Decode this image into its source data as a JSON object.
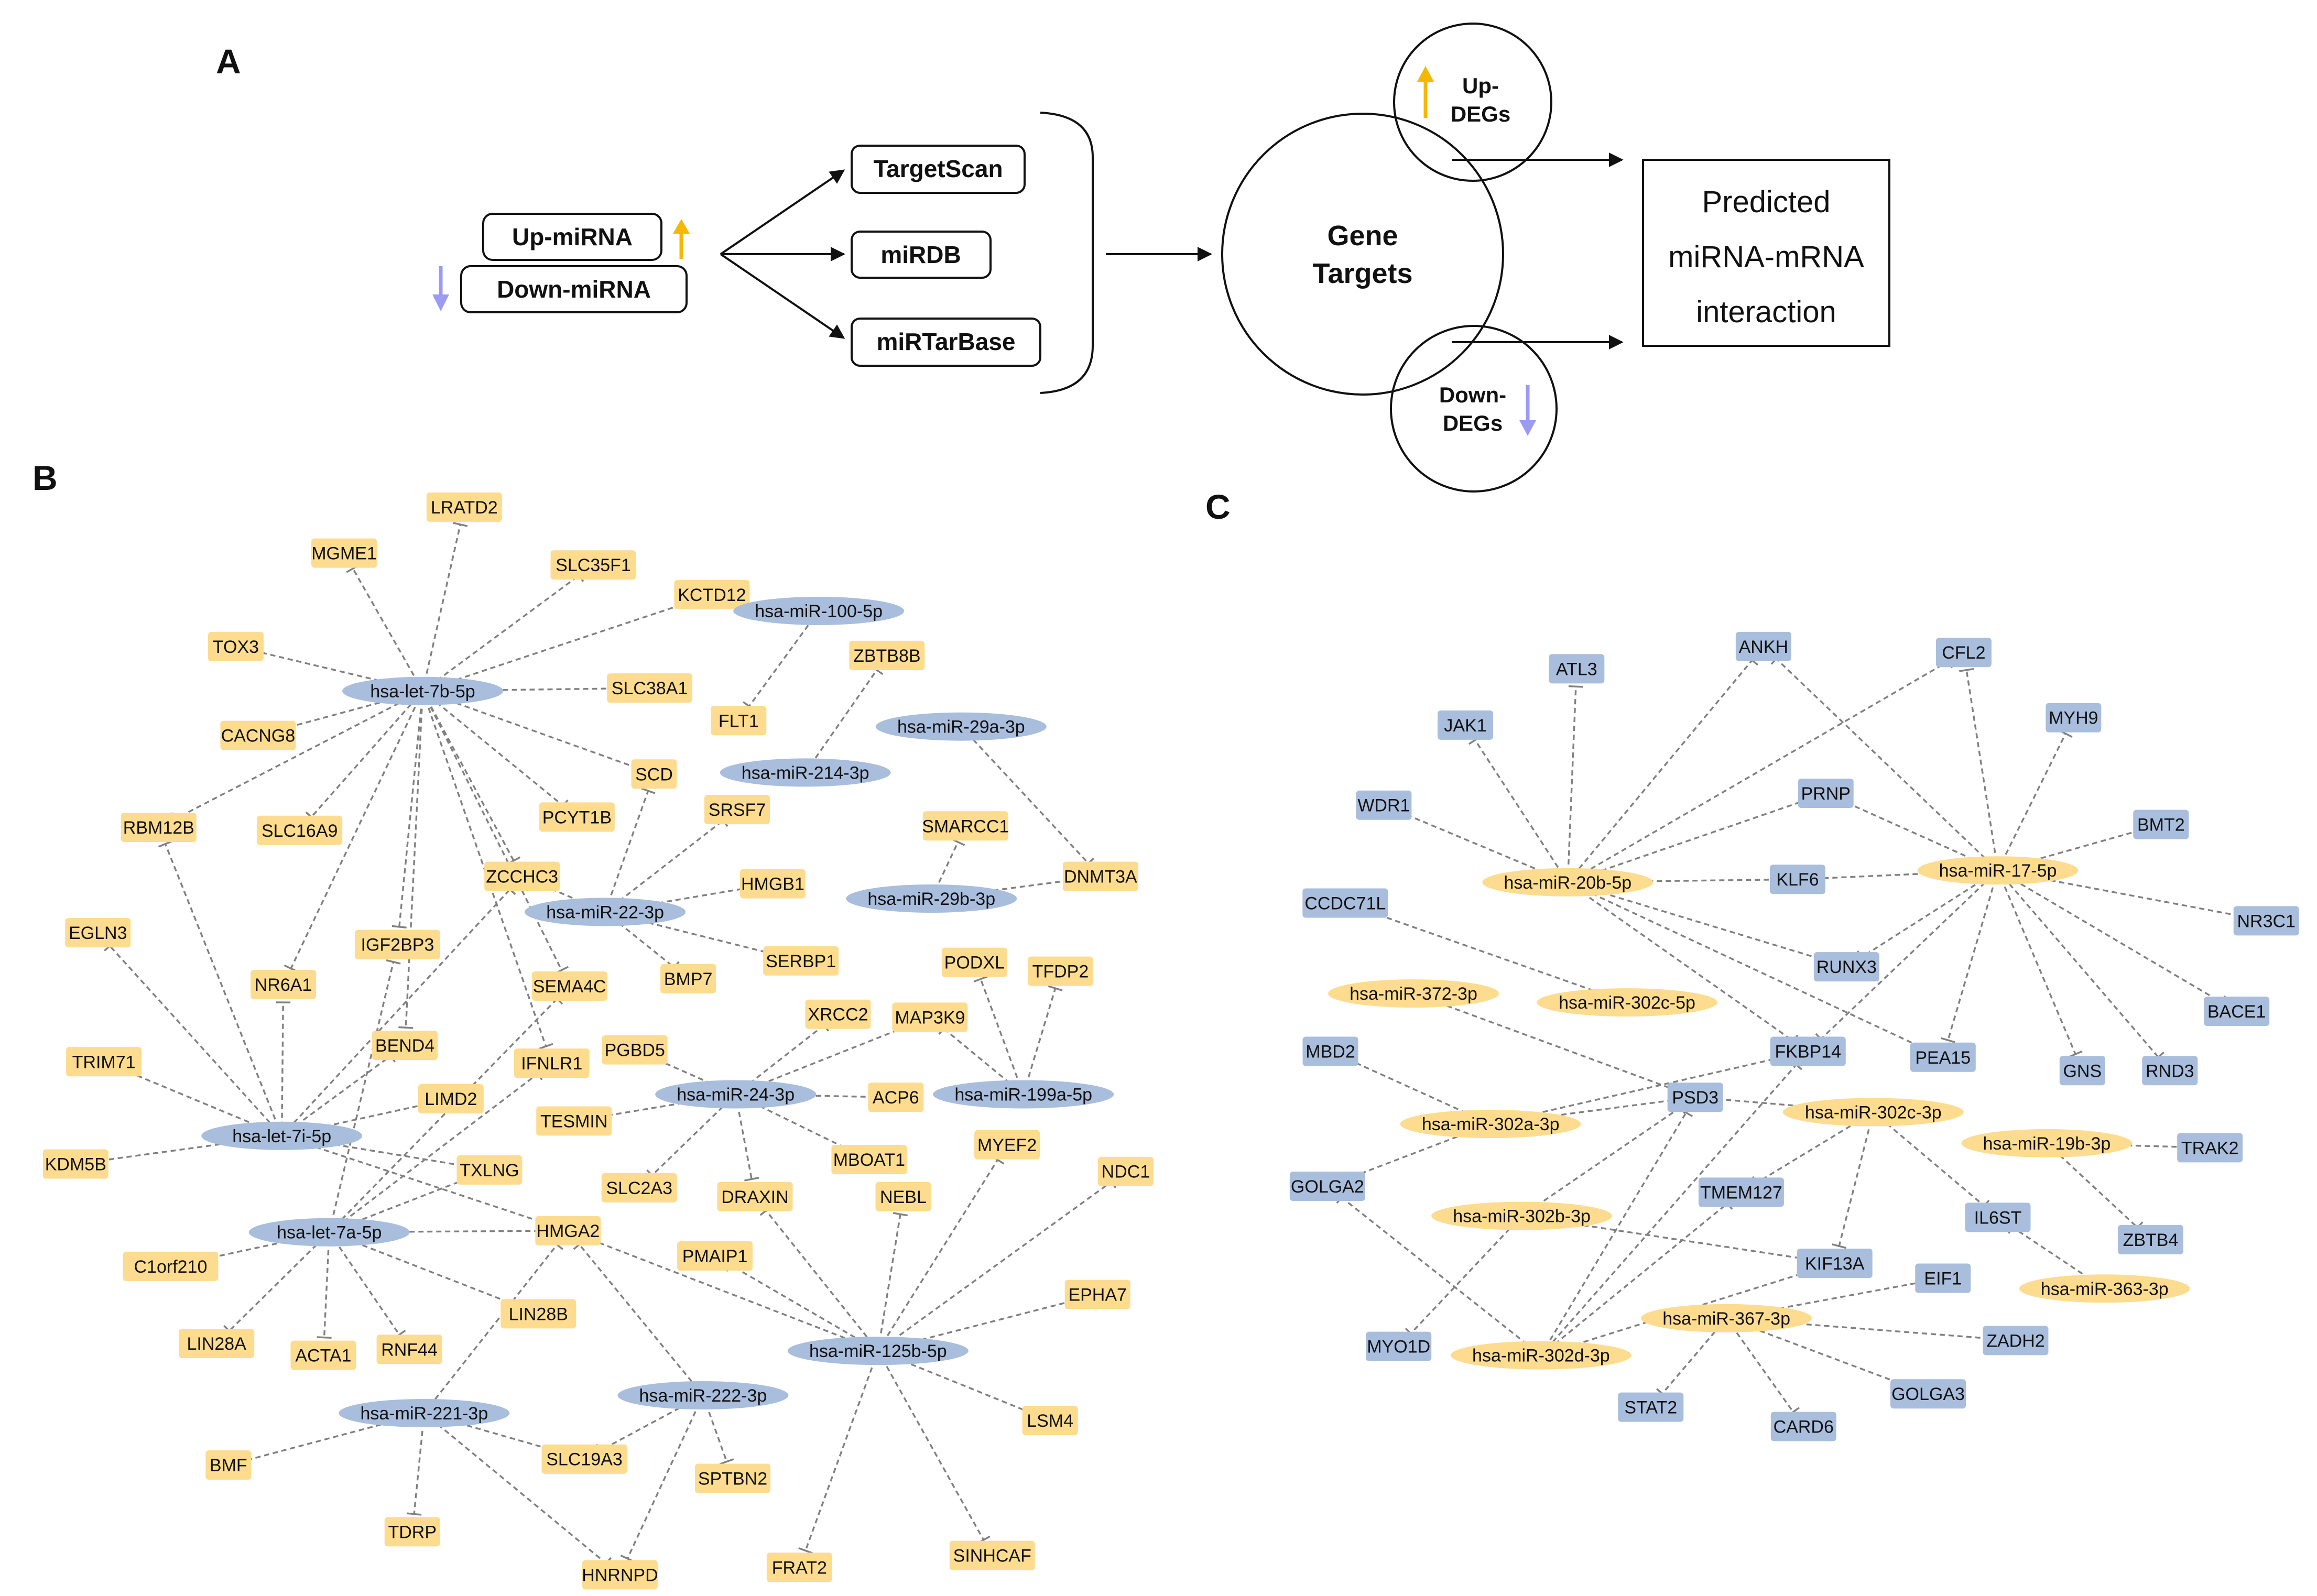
{
  "panel_labels": {
    "a": "A",
    "b": "B",
    "c": "C"
  },
  "colors": {
    "up_arrow": "#f5b800",
    "down_arrow": "#9b9bf3",
    "b_mirna": "#a9bedd",
    "b_gene": "#fddc8f",
    "c_mirna": "#fddc8f",
    "c_gene": "#a9bedd",
    "edge": "#808080"
  },
  "panel_a": {
    "up_mirna": "Up-miRNA",
    "down_mirna": "Down-miRNA",
    "databases": [
      "TargetScan",
      "miRDB",
      "miRTarBase"
    ],
    "gene_targets": [
      "Gene",
      "Targets"
    ],
    "up_degs": [
      "Up-",
      "DEGs"
    ],
    "down_degs": [
      "Down-",
      "DEGs"
    ],
    "result": [
      "Predicted",
      "miRNA-mRNA",
      "interaction"
    ]
  },
  "panel_b": {
    "mirnas": [
      {
        "id": "let7b",
        "label": "hsa-let-7b-5p"
      },
      {
        "id": "m100",
        "label": "hsa-miR-100-5p"
      },
      {
        "id": "m29a",
        "label": "hsa-miR-29a-3p"
      },
      {
        "id": "m214",
        "label": "hsa-miR-214-3p"
      },
      {
        "id": "m22",
        "label": "hsa-miR-22-3p"
      },
      {
        "id": "m29b",
        "label": "hsa-miR-29b-3p"
      },
      {
        "id": "m24",
        "label": "hsa-miR-24-3p"
      },
      {
        "id": "m199a",
        "label": "hsa-miR-199a-5p"
      },
      {
        "id": "let7i",
        "label": "hsa-let-7i-5p"
      },
      {
        "id": "let7a",
        "label": "hsa-let-7a-5p"
      },
      {
        "id": "m125b",
        "label": "hsa-miR-125b-5p"
      },
      {
        "id": "m221",
        "label": "hsa-miR-221-3p"
      },
      {
        "id": "m222",
        "label": "hsa-miR-222-3p"
      }
    ],
    "genes": [
      {
        "id": "LRATD2",
        "label": "LRATD2"
      },
      {
        "id": "MGME1",
        "label": "MGME1"
      },
      {
        "id": "SLC35F1",
        "label": "SLC35F1"
      },
      {
        "id": "KCTD12",
        "label": "KCTD12"
      },
      {
        "id": "TOX3",
        "label": "TOX3"
      },
      {
        "id": "SLC38A1",
        "label": "SLC38A1"
      },
      {
        "id": "ZBTB8B",
        "label": "ZBTB8B"
      },
      {
        "id": "FLT1",
        "label": "FLT1"
      },
      {
        "id": "CACNG8",
        "label": "CACNG8"
      },
      {
        "id": "SCD",
        "label": "SCD"
      },
      {
        "id": "RBM12B",
        "label": "RBM12B"
      },
      {
        "id": "SLC16A9",
        "label": "SLC16A9"
      },
      {
        "id": "PCYT1B",
        "label": "PCYT1B"
      },
      {
        "id": "SRSF7",
        "label": "SRSF7"
      },
      {
        "id": "SMARCC1",
        "label": "SMARCC1"
      },
      {
        "id": "ZCCHC3",
        "label": "ZCCHC3"
      },
      {
        "id": "DNMT3A",
        "label": "DNMT3A"
      },
      {
        "id": "HMGB1",
        "label": "HMGB1"
      },
      {
        "id": "EGLN3",
        "label": "EGLN3"
      },
      {
        "id": "IGF2BP3",
        "label": "IGF2BP3"
      },
      {
        "id": "NR6A1",
        "label": "NR6A1"
      },
      {
        "id": "SERBP1",
        "label": "SERBP1"
      },
      {
        "id": "BMP7",
        "label": "BMP7"
      },
      {
        "id": "SEMA4C",
        "label": "SEMA4C"
      },
      {
        "id": "PODXL",
        "label": "PODXL"
      },
      {
        "id": "TFDP2",
        "label": "TFDP2"
      },
      {
        "id": "XRCC2",
        "label": "XRCC2"
      },
      {
        "id": "MAP3K9",
        "label": "MAP3K9"
      },
      {
        "id": "BEND4",
        "label": "BEND4"
      },
      {
        "id": "PGBD5",
        "label": "PGBD5"
      },
      {
        "id": "TRIM71",
        "label": "TRIM71"
      },
      {
        "id": "IFNLR1",
        "label": "IFNLR1"
      },
      {
        "id": "LIMD2",
        "label": "LIMD2"
      },
      {
        "id": "ACP6",
        "label": "ACP6"
      },
      {
        "id": "TESMIN",
        "label": "TESMIN"
      },
      {
        "id": "KDM5B",
        "label": "KDM5B"
      },
      {
        "id": "MYEF2",
        "label": "MYEF2"
      },
      {
        "id": "MBOAT1",
        "label": "MBOAT1"
      },
      {
        "id": "NDC1",
        "label": "NDC1"
      },
      {
        "id": "TXLNG",
        "label": "TXLNG"
      },
      {
        "id": "SLC2A3",
        "label": "SLC2A3"
      },
      {
        "id": "DRAXIN",
        "label": "DRAXIN"
      },
      {
        "id": "NEBL",
        "label": "NEBL"
      },
      {
        "id": "HMGA2",
        "label": "HMGA2"
      },
      {
        "id": "PMAIP1",
        "label": "PMAIP1"
      },
      {
        "id": "C1orf210",
        "label": "C1orf210"
      },
      {
        "id": "EPHA7",
        "label": "EPHA7"
      },
      {
        "id": "LIN28B",
        "label": "LIN28B"
      },
      {
        "id": "LIN28A",
        "label": "LIN28A"
      },
      {
        "id": "ACTA1",
        "label": "ACTA1"
      },
      {
        "id": "RNF44",
        "label": "RNF44"
      },
      {
        "id": "LSM4",
        "label": "LSM4"
      },
      {
        "id": "BMF",
        "label": "BMF"
      },
      {
        "id": "SLC19A3",
        "label": "SLC19A3"
      },
      {
        "id": "SPTBN2",
        "label": "SPTBN2"
      },
      {
        "id": "TDRP",
        "label": "TDRP"
      },
      {
        "id": "SINHCAF",
        "label": "SINHCAF"
      },
      {
        "id": "HNRNPD",
        "label": "HNRNPD"
      },
      {
        "id": "FRAT2",
        "label": "FRAT2"
      }
    ],
    "edges": [
      [
        "let7b",
        "LRATD2"
      ],
      [
        "let7b",
        "MGME1"
      ],
      [
        "let7b",
        "SLC35F1"
      ],
      [
        "let7b",
        "KCTD12"
      ],
      [
        "let7b",
        "TOX3"
      ],
      [
        "let7b",
        "SLC38A1"
      ],
      [
        "let7b",
        "CACNG8"
      ],
      [
        "let7b",
        "SCD"
      ],
      [
        "let7b",
        "RBM12B"
      ],
      [
        "let7b",
        "SLC16A9"
      ],
      [
        "let7b",
        "PCYT1B"
      ],
      [
        "let7b",
        "ZCCHC3"
      ],
      [
        "let7b",
        "IGF2BP3"
      ],
      [
        "let7b",
        "NR6A1"
      ],
      [
        "let7b",
        "SEMA4C"
      ],
      [
        "let7b",
        "IFNLR1"
      ],
      [
        "let7b",
        "BEND4"
      ],
      [
        "m100",
        "FLT1"
      ],
      [
        "m214",
        "ZBTB8B"
      ],
      [
        "m29a",
        "DNMT3A"
      ],
      [
        "m29b",
        "SMARCC1"
      ],
      [
        "m29b",
        "DNMT3A"
      ],
      [
        "m22",
        "SCD"
      ],
      [
        "m22",
        "SRSF7"
      ],
      [
        "m22",
        "HMGB1"
      ],
      [
        "m22",
        "SERBP1"
      ],
      [
        "m22",
        "BMP7"
      ],
      [
        "m22",
        "ZCCHC3"
      ],
      [
        "m24",
        "XRCC2"
      ],
      [
        "m24",
        "MAP3K9"
      ],
      [
        "m24",
        "PGBD5"
      ],
      [
        "m24",
        "ACP6"
      ],
      [
        "m24",
        "TESMIN"
      ],
      [
        "m24",
        "MBOAT1"
      ],
      [
        "m24",
        "SLC2A3"
      ],
      [
        "m24",
        "DRAXIN"
      ],
      [
        "m199a",
        "PODXL"
      ],
      [
        "m199a",
        "TFDP2"
      ],
      [
        "m199a",
        "MAP3K9"
      ],
      [
        "let7i",
        "EGLN3"
      ],
      [
        "let7i",
        "TRIM71"
      ],
      [
        "let7i",
        "KDM5B"
      ],
      [
        "let7i",
        "RBM12B"
      ],
      [
        "let7i",
        "NR6A1"
      ],
      [
        "let7i",
        "LIMD2"
      ],
      [
        "let7i",
        "TXLNG"
      ],
      [
        "let7i",
        "HMGA2"
      ],
      [
        "let7i",
        "BEND4"
      ],
      [
        "let7i",
        "ZCCHC3"
      ],
      [
        "let7a",
        "HMGA2"
      ],
      [
        "let7a",
        "C1orf210"
      ],
      [
        "let7a",
        "LIN28A"
      ],
      [
        "let7a",
        "ACTA1"
      ],
      [
        "let7a",
        "RNF44"
      ],
      [
        "let7a",
        "LIN28B"
      ],
      [
        "let7a",
        "IGF2BP3"
      ],
      [
        "let7a",
        "IFNLR1"
      ],
      [
        "let7a",
        "SEMA4C"
      ],
      [
        "let7a",
        "TXLNG"
      ],
      [
        "m125b",
        "NEBL"
      ],
      [
        "m125b",
        "MYEF2"
      ],
      [
        "m125b",
        "NDC1"
      ],
      [
        "m125b",
        "EPHA7"
      ],
      [
        "m125b",
        "LSM4"
      ],
      [
        "m125b",
        "SINHCAF"
      ],
      [
        "m125b",
        "FRAT2"
      ],
      [
        "m125b",
        "PMAIP1"
      ],
      [
        "m125b",
        "HMGA2"
      ],
      [
        "m125b",
        "DRAXIN"
      ],
      [
        "m221",
        "BMF"
      ],
      [
        "m221",
        "TDRP"
      ],
      [
        "m221",
        "SLC19A3"
      ],
      [
        "m221",
        "HNRNPD"
      ],
      [
        "m221",
        "HMGA2"
      ],
      [
        "m222",
        "SLC19A3"
      ],
      [
        "m222",
        "SPTBN2"
      ],
      [
        "m222",
        "HNRNPD"
      ],
      [
        "m222",
        "HMGA2"
      ]
    ]
  },
  "panel_c": {
    "mirnas": [
      {
        "id": "m20b",
        "label": "hsa-miR-20b-5p"
      },
      {
        "id": "m17",
        "label": "hsa-miR-17-5p"
      },
      {
        "id": "m372",
        "label": "hsa-miR-372-3p"
      },
      {
        "id": "m302c5",
        "label": "hsa-miR-302c-5p"
      },
      {
        "id": "m302c3",
        "label": "hsa-miR-302c-3p"
      },
      {
        "id": "m302a",
        "label": "hsa-miR-302a-3p"
      },
      {
        "id": "m19b",
        "label": "hsa-miR-19b-3p"
      },
      {
        "id": "m302b",
        "label": "hsa-miR-302b-3p"
      },
      {
        "id": "m363",
        "label": "hsa-miR-363-3p"
      },
      {
        "id": "m367",
        "label": "hsa-miR-367-3p"
      },
      {
        "id": "m302d",
        "label": "hsa-miR-302d-3p"
      }
    ],
    "genes": [
      {
        "id": "ATL3",
        "label": "ATL3"
      },
      {
        "id": "ANKH",
        "label": "ANKH"
      },
      {
        "id": "CFL2",
        "label": "CFL2"
      },
      {
        "id": "JAK1",
        "label": "JAK1"
      },
      {
        "id": "MYH9",
        "label": "MYH9"
      },
      {
        "id": "WDR1",
        "label": "WDR1"
      },
      {
        "id": "PRNP",
        "label": "PRNP"
      },
      {
        "id": "BMT2",
        "label": "BMT2"
      },
      {
        "id": "KLF6",
        "label": "KLF6"
      },
      {
        "id": "CCDC71L",
        "label": "CCDC71L"
      },
      {
        "id": "NR3C1",
        "label": "NR3C1"
      },
      {
        "id": "RUNX3",
        "label": "RUNX3"
      },
      {
        "id": "BACE1",
        "label": "BACE1"
      },
      {
        "id": "MBD2",
        "label": "MBD2"
      },
      {
        "id": "FKBP14",
        "label": "FKBP14"
      },
      {
        "id": "PEA15",
        "label": "PEA15"
      },
      {
        "id": "GNS",
        "label": "GNS"
      },
      {
        "id": "RND3",
        "label": "RND3"
      },
      {
        "id": "PSD3",
        "label": "PSD3"
      },
      {
        "id": "TRAK2",
        "label": "TRAK2"
      },
      {
        "id": "GOLGA2",
        "label": "GOLGA2"
      },
      {
        "id": "TMEM127",
        "label": "TMEM127"
      },
      {
        "id": "IL6ST",
        "label": "IL6ST"
      },
      {
        "id": "ZBTB4",
        "label": "ZBTB4"
      },
      {
        "id": "KIF13A",
        "label": "KIF13A"
      },
      {
        "id": "EIF1",
        "label": "EIF1"
      },
      {
        "id": "MYO1D",
        "label": "MYO1D"
      },
      {
        "id": "ZADH2",
        "label": "ZADH2"
      },
      {
        "id": "STAT2",
        "label": "STAT2"
      },
      {
        "id": "GOLGA3",
        "label": "GOLGA3"
      },
      {
        "id": "CARD6",
        "label": "CARD6"
      }
    ],
    "edges": [
      [
        "m20b",
        "ATL3"
      ],
      [
        "m20b",
        "ANKH"
      ],
      [
        "m20b",
        "CFL2"
      ],
      [
        "m20b",
        "JAK1"
      ],
      [
        "m20b",
        "WDR1"
      ],
      [
        "m20b",
        "PRNP"
      ],
      [
        "m20b",
        "KLF6"
      ],
      [
        "m20b",
        "RUNX3"
      ],
      [
        "m20b",
        "PEA15"
      ],
      [
        "m20b",
        "FKBP14"
      ],
      [
        "m17",
        "ANKH"
      ],
      [
        "m17",
        "CFL2"
      ],
      [
        "m17",
        "MYH9"
      ],
      [
        "m17",
        "PRNP"
      ],
      [
        "m17",
        "BMT2"
      ],
      [
        "m17",
        "KLF6"
      ],
      [
        "m17",
        "NR3C1"
      ],
      [
        "m17",
        "RUNX3"
      ],
      [
        "m17",
        "BACE1"
      ],
      [
        "m17",
        "GNS"
      ],
      [
        "m17",
        "RND3"
      ],
      [
        "m17",
        "PEA15"
      ],
      [
        "m17",
        "FKBP14"
      ],
      [
        "m302c5",
        "CCDC71L"
      ],
      [
        "m372",
        "PSD3"
      ],
      [
        "m302c3",
        "PSD3"
      ],
      [
        "m302c3",
        "IL6ST"
      ],
      [
        "m302c3",
        "KIF13A"
      ],
      [
        "m302c3",
        "TMEM127"
      ],
      [
        "m302a",
        "MBD2"
      ],
      [
        "m302a",
        "GOLGA2"
      ],
      [
        "m302a",
        "PSD3"
      ],
      [
        "m302a",
        "FKBP14"
      ],
      [
        "m19b",
        "TRAK2"
      ],
      [
        "m19b",
        "ZBTB4"
      ],
      [
        "m302b",
        "KIF13A"
      ],
      [
        "m302b",
        "MYO1D"
      ],
      [
        "m302b",
        "PSD3"
      ],
      [
        "m363",
        "IL6ST"
      ],
      [
        "m367",
        "EIF1"
      ],
      [
        "m367",
        "ZADH2"
      ],
      [
        "m367",
        "STAT2"
      ],
      [
        "m367",
        "GOLGA3"
      ],
      [
        "m367",
        "CARD6"
      ],
      [
        "m302d",
        "KIF13A"
      ],
      [
        "m302d",
        "PSD3"
      ],
      [
        "m302d",
        "FKBP14"
      ],
      [
        "m302d",
        "GOLGA2"
      ],
      [
        "m302d",
        "TMEM127"
      ]
    ]
  }
}
